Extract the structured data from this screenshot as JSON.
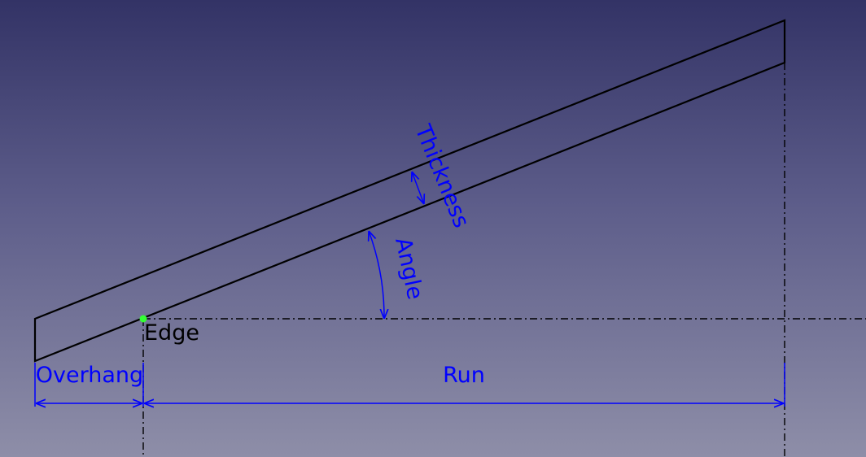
{
  "diagram": {
    "labels": {
      "edge": "Edge",
      "overhang": "Overhang",
      "run": "Run",
      "angle": "Angle",
      "thickness": "Thickness"
    },
    "colors": {
      "background_top": "#333366",
      "background_bottom": "#8e8ea8",
      "outline": "#000000",
      "dimension": "#0000ff",
      "edge_marker": "#33ff33",
      "edge_label": "#000000",
      "construction_line": "#000000"
    }
  }
}
